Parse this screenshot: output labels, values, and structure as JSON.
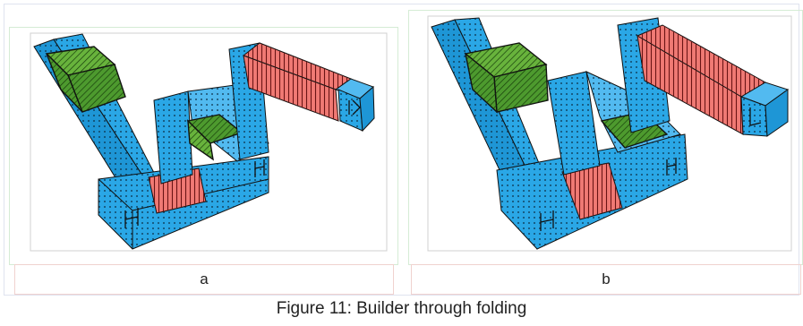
{
  "figure": {
    "caption": "Figure 11: Builder through folding",
    "panels": [
      {
        "label": "a"
      },
      {
        "label": "b"
      }
    ]
  },
  "colors": {
    "block_blue": "#2aa7e6",
    "block_green": "#4d9a2e",
    "block_red": "#f07a74"
  }
}
